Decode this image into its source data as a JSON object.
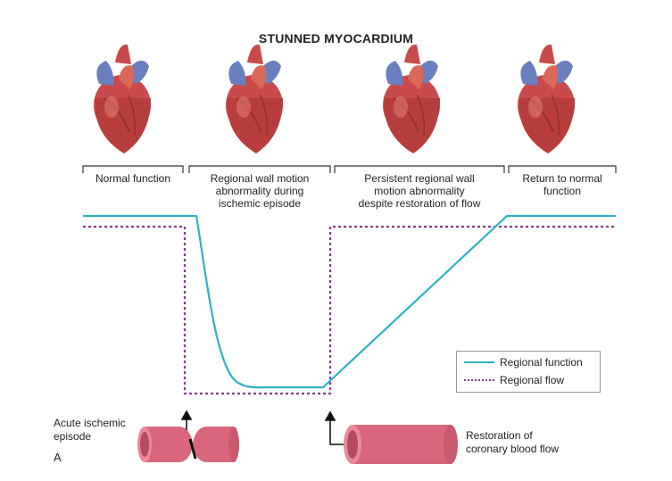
{
  "title": "STUNNED MYOCARDIUM",
  "phases": [
    {
      "lines": [
        "Normal function"
      ]
    },
    {
      "lines": [
        "Regional wall motion",
        "abnormality during",
        "ischemic episode"
      ]
    },
    {
      "lines": [
        "Persistent regional wall",
        "motion abnormality",
        "despite restoration of flow"
      ]
    },
    {
      "lines": [
        "Return to normal",
        "function"
      ]
    }
  ],
  "legend": {
    "function_label": "Regional function",
    "flow_label": "Regional flow"
  },
  "annotations": {
    "acute_line1": "Acute ischemic",
    "acute_line2": "episode",
    "panel_letter": "A",
    "restore_line1": "Restoration of",
    "restore_line2": "coronary blood flow"
  },
  "colors": {
    "function_line": "#2bb3c4",
    "flow_line": "#8a3a8a",
    "heart_red": "#c94a4a",
    "heart_blue": "#6a7fc0",
    "vessel": "#d9667a"
  }
}
